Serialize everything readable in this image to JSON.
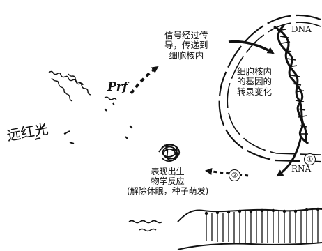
{
  "labels": {
    "dna": "DNA",
    "rna": "RNA",
    "prf": "Prf",
    "far_red": "远红光",
    "signal": [
      "信号经过传",
      "导，传递到",
      "细胞核内"
    ],
    "gene": [
      "细胞核内",
      "的基因的",
      "转录变化"
    ],
    "response": [
      "表现出生",
      "物学反应",
      "(解除休眠，种子萌发)"
    ],
    "step1": "①",
    "step2": "②"
  }
}
